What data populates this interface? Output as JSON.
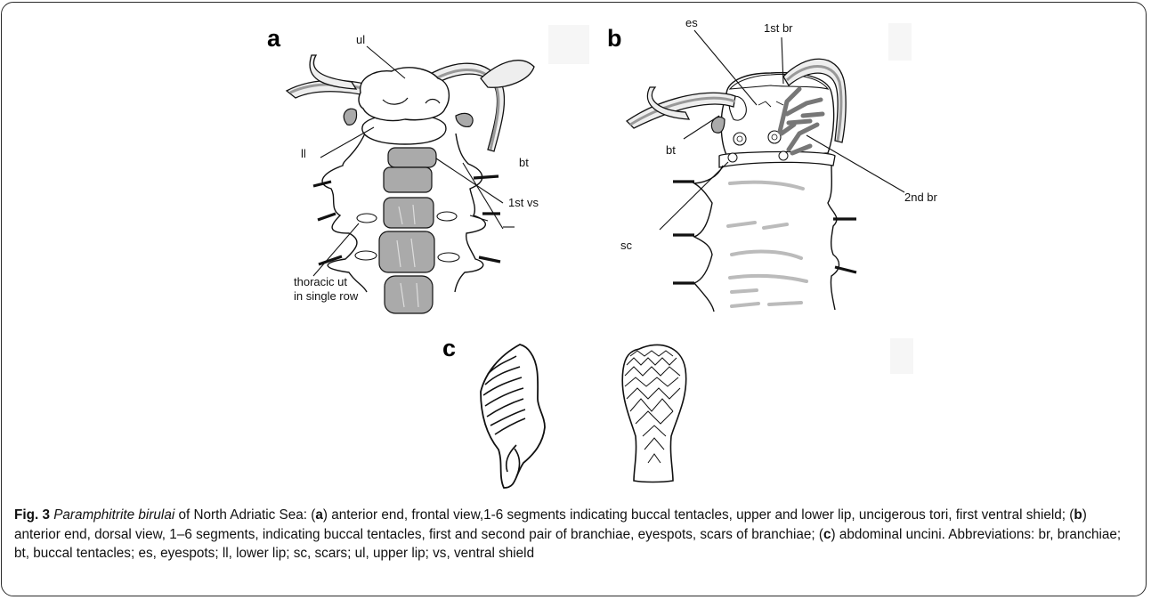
{
  "panels": {
    "a": {
      "letter": "a",
      "labels": {
        "ul": "ul",
        "ll": "ll",
        "bt": "bt",
        "first_vs": "1st vs",
        "thoracic_line1": "thoracic ut",
        "thoracic_line2": "in single row"
      }
    },
    "b": {
      "letter": "b",
      "labels": {
        "es": "es",
        "first_br": "1st br",
        "bt": "bt",
        "second_br": "2nd br",
        "sc": "sc"
      }
    },
    "c": {
      "letter": "c"
    }
  },
  "caption": {
    "fig_label": "Fig. 3",
    "species": "Paramphitrite birulai",
    "t1": " of North Adriatic Sea: (",
    "a": "a",
    "t2": ") anterior end, frontal view,1-6 segments indicating buccal tentacles, upper and lower lip, uncigerous tori, first ventral shield; (",
    "b": "b",
    "t3": ") anterior end, dorsal view, 1–6 segments, indicating buccal tentacles, first and second pair of branchiae, eyespots, scars of branchiae; (",
    "c": "c",
    "t4": ") abdominal uncini. Abbreviations: br, branchiae; bt, buccal tentacles; es, eyespots; ll, lower lip; sc, scars; ul, upper lip; vs, ventral shield"
  }
}
